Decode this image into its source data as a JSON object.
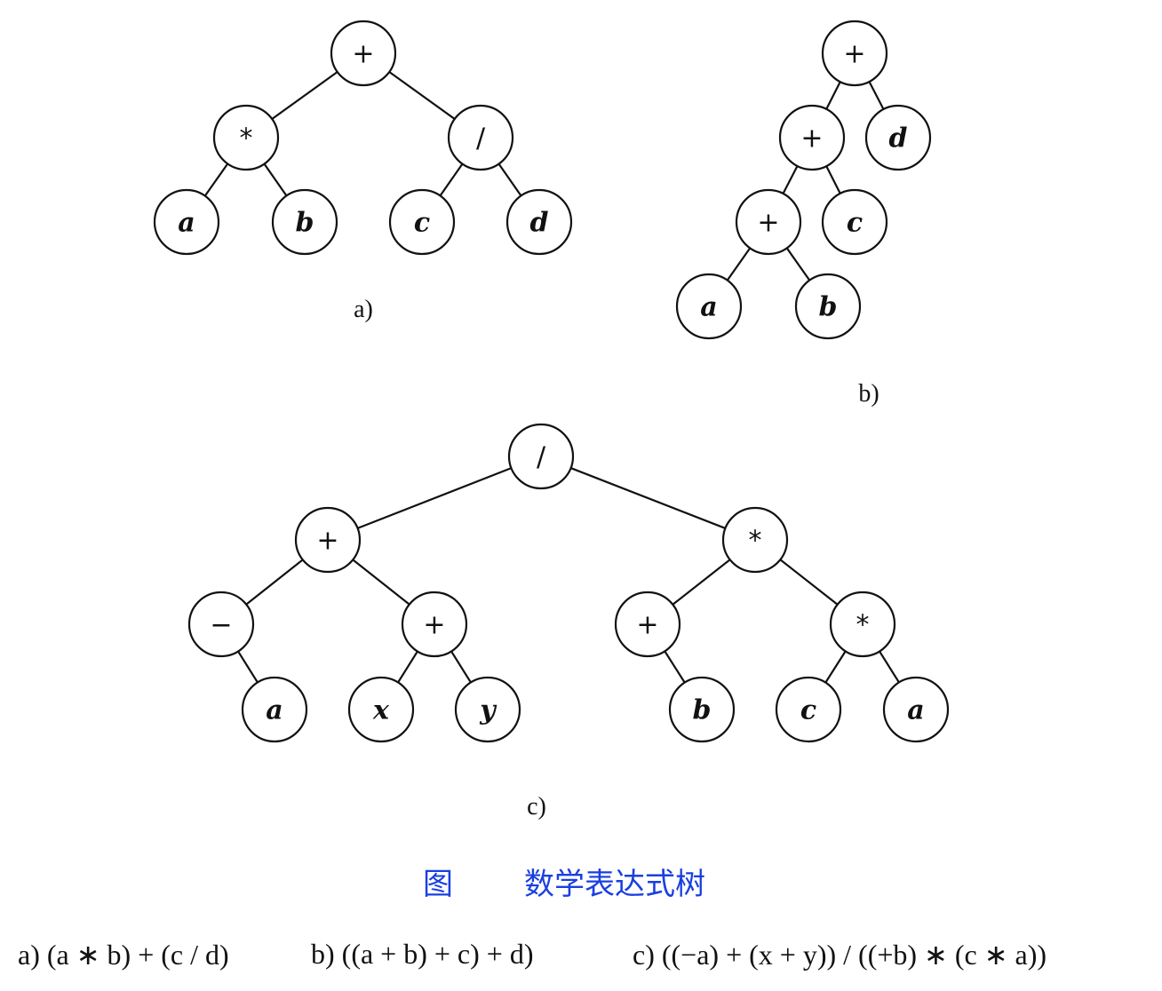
{
  "trees": [
    {
      "label": "a)",
      "nodes": [
        {
          "id": "a1",
          "text": "+",
          "kind": "op"
        },
        {
          "id": "a2",
          "text": "*",
          "kind": "op"
        },
        {
          "id": "a3",
          "text": "/",
          "kind": "op"
        },
        {
          "id": "a4",
          "text": "a",
          "kind": "var"
        },
        {
          "id": "a5",
          "text": "b",
          "kind": "var"
        },
        {
          "id": "a6",
          "text": "c",
          "kind": "var"
        },
        {
          "id": "a7",
          "text": "d",
          "kind": "var"
        }
      ],
      "edges": [
        [
          "a1",
          "a2"
        ],
        [
          "a1",
          "a3"
        ],
        [
          "a2",
          "a4"
        ],
        [
          "a2",
          "a5"
        ],
        [
          "a3",
          "a6"
        ],
        [
          "a3",
          "a7"
        ]
      ]
    },
    {
      "label": "b)",
      "nodes": [
        {
          "id": "b1",
          "text": "+",
          "kind": "op"
        },
        {
          "id": "b2",
          "text": "+",
          "kind": "op"
        },
        {
          "id": "b3",
          "text": "d",
          "kind": "var"
        },
        {
          "id": "b4",
          "text": "+",
          "kind": "op"
        },
        {
          "id": "b5",
          "text": "c",
          "kind": "var"
        },
        {
          "id": "b6",
          "text": "a",
          "kind": "var"
        },
        {
          "id": "b7",
          "text": "b",
          "kind": "var"
        }
      ],
      "edges": [
        [
          "b1",
          "b2"
        ],
        [
          "b1",
          "b3"
        ],
        [
          "b2",
          "b4"
        ],
        [
          "b2",
          "b5"
        ],
        [
          "b4",
          "b6"
        ],
        [
          "b4",
          "b7"
        ]
      ]
    },
    {
      "label": "c)",
      "nodes": [
        {
          "id": "c1",
          "text": "/",
          "kind": "op"
        },
        {
          "id": "c2",
          "text": "+",
          "kind": "op"
        },
        {
          "id": "c3",
          "text": "*",
          "kind": "op"
        },
        {
          "id": "c4",
          "text": "−",
          "kind": "op"
        },
        {
          "id": "c5",
          "text": "+",
          "kind": "op"
        },
        {
          "id": "c6",
          "text": "+",
          "kind": "op"
        },
        {
          "id": "c7",
          "text": "*",
          "kind": "op"
        },
        {
          "id": "c8",
          "text": "a",
          "kind": "var"
        },
        {
          "id": "c9",
          "text": "x",
          "kind": "var"
        },
        {
          "id": "c10",
          "text": "y",
          "kind": "var"
        },
        {
          "id": "c11",
          "text": "b",
          "kind": "var"
        },
        {
          "id": "c12",
          "text": "c",
          "kind": "var"
        },
        {
          "id": "c13",
          "text": "a",
          "kind": "var"
        }
      ],
      "edges": [
        [
          "c1",
          "c2"
        ],
        [
          "c1",
          "c3"
        ],
        [
          "c2",
          "c4"
        ],
        [
          "c2",
          "c5"
        ],
        [
          "c3",
          "c6"
        ],
        [
          "c3",
          "c7"
        ],
        [
          "c4",
          "c8"
        ],
        [
          "c5",
          "c9"
        ],
        [
          "c5",
          "c10"
        ],
        [
          "c6",
          "c11"
        ],
        [
          "c7",
          "c12"
        ],
        [
          "c7",
          "c13"
        ]
      ]
    }
  ],
  "caption": {
    "prefix": "图",
    "title": "数学表达式树"
  },
  "formulas": {
    "a": "a) (a ∗ b) + (c / d)",
    "b": "b) ((a + b) + c) + d)",
    "c": "c) ((−a) + (x + y)) / ((+b) ∗ (c ∗ a))"
  },
  "colors": {
    "caption": "#1a3fe0",
    "stroke": "#111111"
  }
}
